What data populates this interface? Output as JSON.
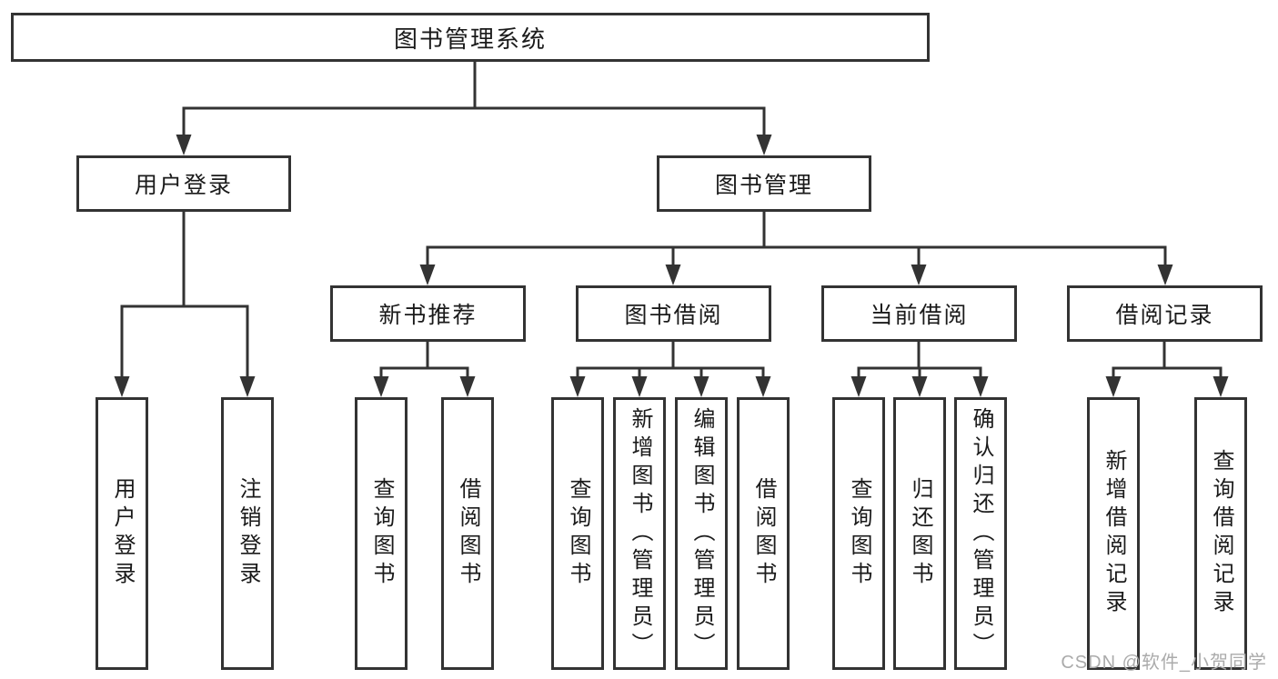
{
  "nodes": {
    "root": "图书管理系统",
    "level2": [
      "用户登录",
      "图书管理"
    ],
    "level3": [
      "新书推荐",
      "图书借阅",
      "当前借阅",
      "借阅记录"
    ],
    "leaves": [
      "用户登录",
      "注销登录",
      "查询图书",
      "借阅图书",
      "查询图书",
      "新增图书（管理员）",
      "编辑图书（管理员）",
      "借阅图书",
      "查询图书",
      "归还图书",
      "确认归还（管理员）",
      "新增借阅记录",
      "查询借阅记录"
    ]
  },
  "watermark": {
    "text": "CSDN @软件_小贺同学"
  },
  "colors": {
    "line": "#333333",
    "box_border": "#333333",
    "box_fill": "#ffffff",
    "text": "#1a1a1a",
    "watermark": "#ababab"
  }
}
